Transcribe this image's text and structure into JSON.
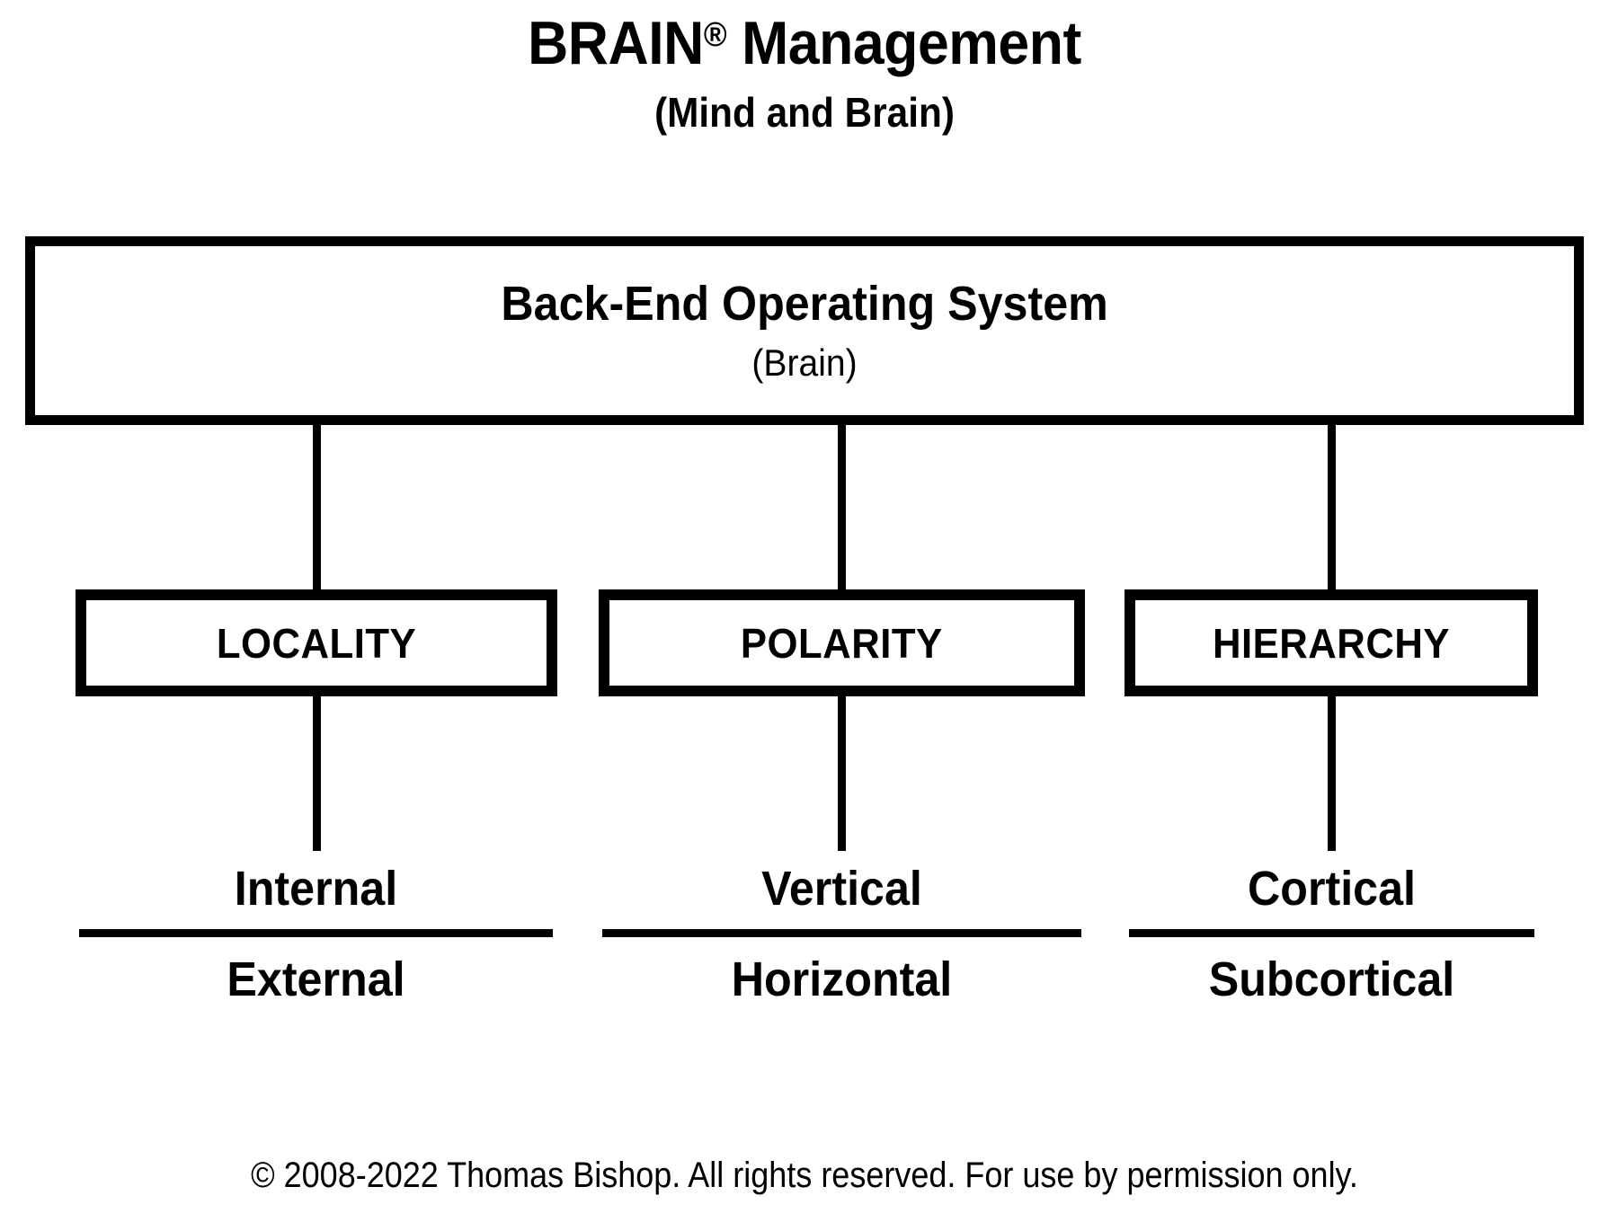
{
  "header": {
    "title_main": "BRAIN",
    "title_registered_mark": "®",
    "title_rest": " Management",
    "subtitle": "(Mind and Brain)"
  },
  "root_box": {
    "title": "Back-End Operating System",
    "subtitle": "(Brain)"
  },
  "branches": [
    {
      "category": "LOCALITY",
      "term_top": "Internal",
      "term_bottom": "External"
    },
    {
      "category": "POLARITY",
      "term_top": "Vertical",
      "term_bottom": "Horizontal"
    },
    {
      "category": "HIERARCHY",
      "term_top": "Cortical",
      "term_bottom": "Subcortical"
    }
  ],
  "footer": {
    "copyright": "© 2008-2022 Thomas Bishop. All rights reserved. For use by permission only."
  },
  "colors": {
    "ink": "#000000",
    "background": "#ffffff"
  }
}
